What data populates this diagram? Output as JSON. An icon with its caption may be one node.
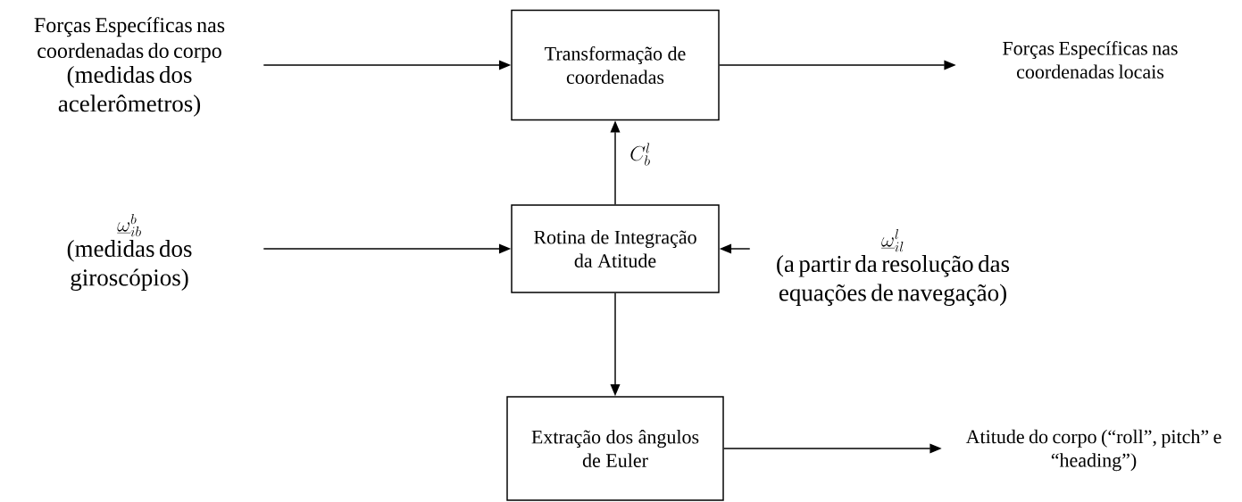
{
  "diagram": {
    "nodes": [
      {
        "text": [
          "Forças Específicas nas coordenadas do corpo",
          "(medidas dos acelerômetros)"
        ]
      },
      {
        "text": [
          "Transformação de coordenadas"
        ]
      },
      {
        "text": [
          "Forças Específicas nas coordenadas locais"
        ]
      },
      {
        "text": [
          "\\underline{\\omega}_{ib}^{b}",
          "(medidas dos giroscópios)"
        ]
      },
      {
        "text": [
          "Rotina de Integração da Atitude"
        ]
      },
      {
        "text": [
          "\\underline{\\omega}_{il}^{l}",
          "(a partir da resolução das equações de navegação)"
        ]
      },
      {
        "text": [
          "Extração dos ângulos de Euler"
        ]
      },
      {
        "text": [
          "Atitude do corpo (“roll”, pitch” e “heading”)"
        ]
      }
    ],
    "edges": [
      {
        "from": 0,
        "to": 1,
        "arrow": "to"
      },
      {
        "from": 1,
        "to": 2,
        "arrow": "to"
      },
      {
        "from": 4,
        "to": 1,
        "arrow": "to",
        "label": "C_b^l"
      },
      {
        "from": 3,
        "to": 4,
        "arrow": "to"
      },
      {
        "from": 5,
        "to": 4,
        "arrow": "to"
      },
      {
        "from": 4,
        "to": 6,
        "arrow": "to"
      },
      {
        "from": 6,
        "to": 7,
        "arrow": "to"
      }
    ]
  }
}
